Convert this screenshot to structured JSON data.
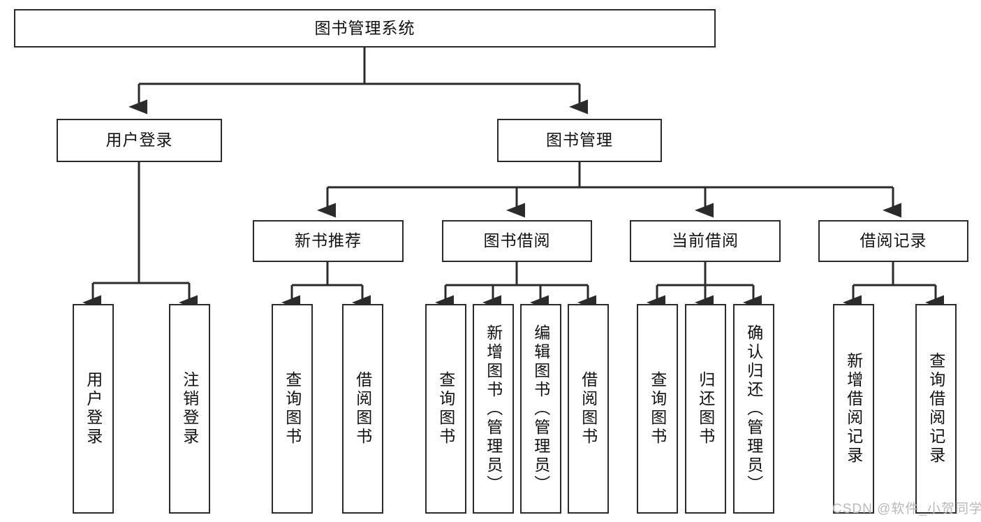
{
  "diagram": {
    "title": "图书管理系统",
    "type": "tree-hierarchy-chart",
    "root": {
      "label": "图书管理系统"
    },
    "level2": [
      {
        "label": "用户登录"
      },
      {
        "label": "图书管理"
      }
    ],
    "level3": [
      {
        "label": "新书推荐"
      },
      {
        "label": "图书借阅"
      },
      {
        "label": "当前借阅"
      },
      {
        "label": "借阅记录"
      }
    ],
    "leaves": {
      "user_login": [
        {
          "label": "用户登录"
        },
        {
          "label": "注销登录"
        }
      ],
      "new_book_recommend": [
        {
          "label": "查询图书"
        },
        {
          "label": "借阅图书"
        }
      ],
      "book_borrow": [
        {
          "label": "查询图书"
        },
        {
          "label": "新增图书（管理员）"
        },
        {
          "label": "编辑图书（管理员）"
        },
        {
          "label": "借阅图书"
        }
      ],
      "current_borrow": [
        {
          "label": "查询图书"
        },
        {
          "label": "归还图书"
        },
        {
          "label": "确认归还（管理员）"
        }
      ],
      "borrow_record": [
        {
          "label": "新增借阅记录"
        },
        {
          "label": "查询借阅记录"
        }
      ]
    }
  },
  "watermark": {
    "text": "CSDN @软件_小贺同学"
  },
  "colors": {
    "stroke": "#2b2b2b",
    "text": "#111111",
    "background": "#ffffff",
    "watermark": "#b9b9b9"
  }
}
